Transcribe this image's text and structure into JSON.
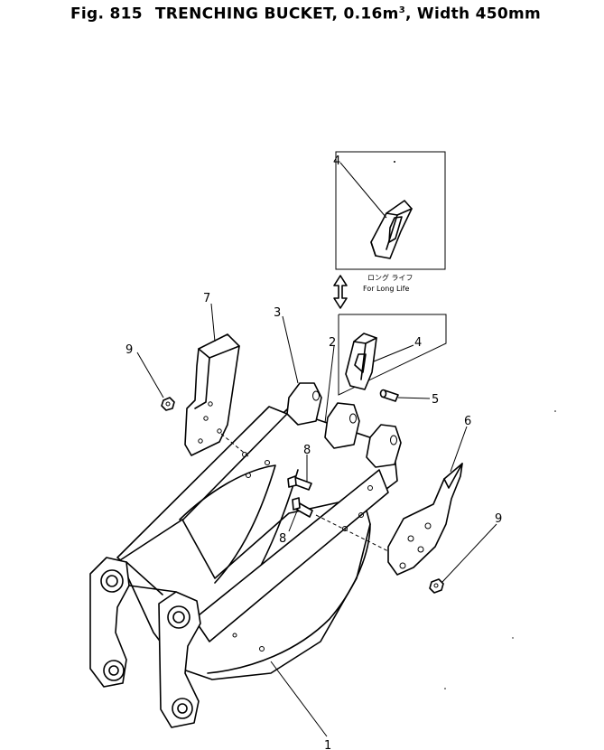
{
  "title": {
    "fig": "Fig. 815",
    "name": "TRENCHING BUCKET,",
    "capacity_value": "0.16m",
    "capacity_sup": "3",
    "width": ", Width 450mm"
  },
  "callouts": {
    "c1": "1",
    "c2": "2",
    "c3": "3",
    "c4_inset": "4",
    "c4_tooth": "4",
    "c5": "5",
    "c6": "6",
    "c7": "7",
    "c8_upper": "8",
    "c8_lower": "8",
    "c9_left": "9",
    "c9_right": "9"
  },
  "inset": {
    "note_jp": "ロング ライフ",
    "note_en": "For Long Life"
  }
}
